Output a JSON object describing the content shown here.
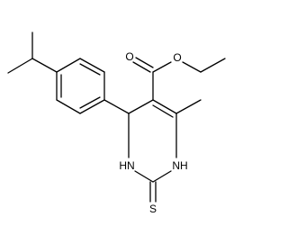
{
  "molecule": {
    "atom_labels": {
      "ester_carbonyl_oxygen": "O",
      "ester_ether_oxygen": "O",
      "nh_left": "HN",
      "nh_right": "NH",
      "thione_sulfur": "S"
    }
  },
  "colors": {
    "bond": "#000000",
    "background": "#ffffff"
  }
}
